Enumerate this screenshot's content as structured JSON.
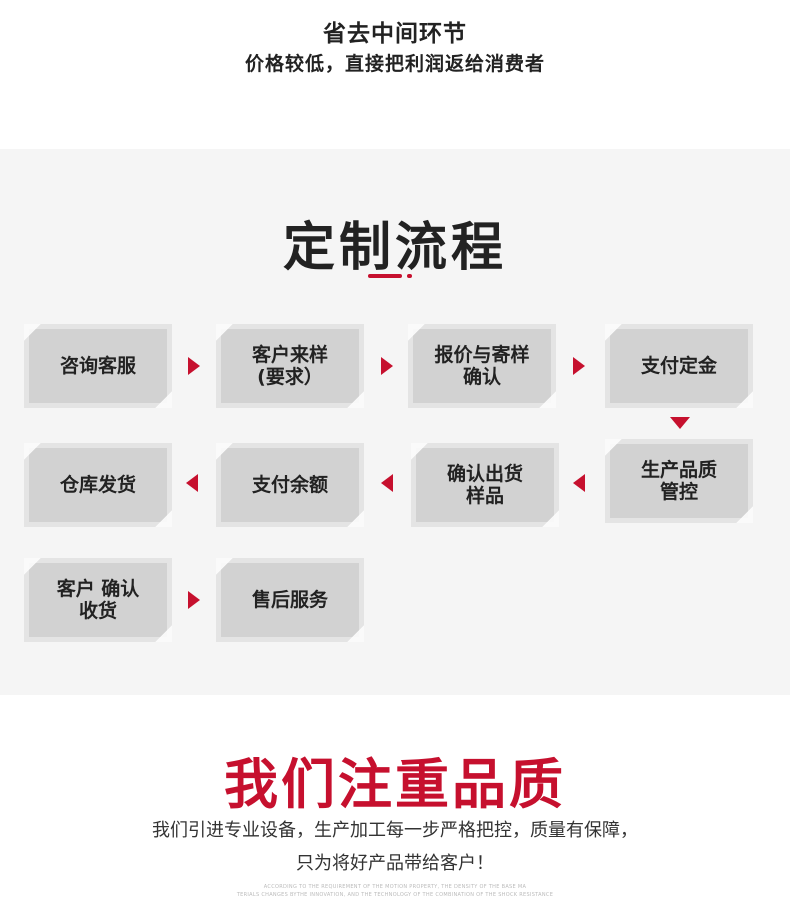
{
  "header": {
    "title": "省去中间环节",
    "subtitle": "价格较低，直接把利润返给消费者"
  },
  "process": {
    "title": "定制流程",
    "accent_color": "#c6102e",
    "steps": [
      {
        "label": "咨询客服"
      },
      {
        "label": "客户来样\n(要求）"
      },
      {
        "label": "报价与寄样\n确认"
      },
      {
        "label": "支付定金"
      },
      {
        "label": "生产品质\n管控"
      },
      {
        "label": "确认出货\n样品"
      },
      {
        "label": "支付余额"
      },
      {
        "label": "仓库发货"
      },
      {
        "label": "客户 确认\n收货"
      },
      {
        "label": "售后服务"
      }
    ]
  },
  "quality": {
    "title": "我们注重品质",
    "line1": "我们引进专业设备，生产加工每一步严格把控，质量有保障，",
    "line2": "只为将好产品带给客户！",
    "fine_print_1": "ACCORDING TO THE REQUIREMENT OF THE MOTION PROPERTY, THE DENSITY OF THE BASE MA",
    "fine_print_2": "TERIALS CHANGES BYTHE INNOVATION, AND THE TECHNOLOGY OF THE COMBINATION OF THE SHOCK RESISTANCE"
  }
}
